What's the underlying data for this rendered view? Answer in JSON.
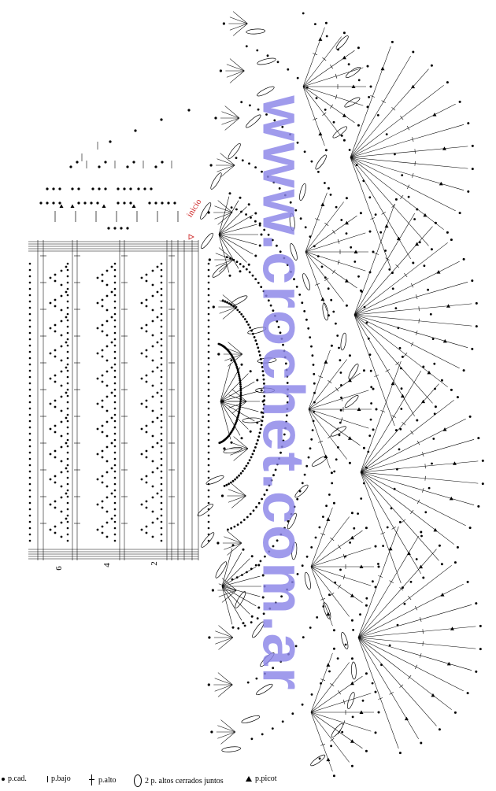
{
  "watermark": {
    "text": "www.crochet.com.ar"
  },
  "start_label": {
    "text": "inicio"
  },
  "row_numbers": [
    "6",
    "4",
    "2"
  ],
  "legend": [
    {
      "symbol": "dot-icon",
      "label": "p.cad."
    },
    {
      "symbol": "bar-icon",
      "label": "p.bajo"
    },
    {
      "symbol": "dc-icon",
      "label": "p.alto"
    },
    {
      "symbol": "cluster-icon",
      "label": "2 p. altos cerrados juntos"
    },
    {
      "symbol": "triangle-icon",
      "label": "p.picot"
    }
  ],
  "colors": {
    "watermark": "#8c86e8",
    "start_label": "#cc1e1e",
    "ink": "#000000"
  }
}
